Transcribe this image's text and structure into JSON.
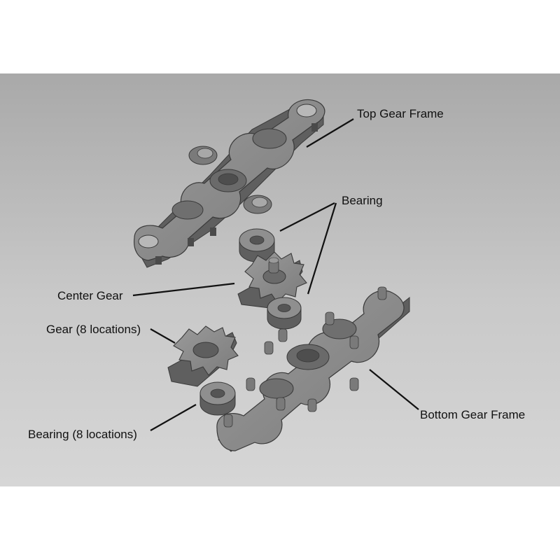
{
  "diagram": {
    "labels": {
      "top_gear_frame": "Top Gear Frame",
      "bearing": "Bearing",
      "center_gear": "Center Gear",
      "gear_8": "Gear (8 locations)",
      "bottom_gear_frame": "Bottom Gear Frame",
      "bearing_8": "Bearing (8 locations)"
    },
    "colors": {
      "page": "#ffffff",
      "panel_light": "#d2d2d2",
      "panel_dark": "#a6a6a6",
      "part_face": "#8c8c8c",
      "part_side": "#5f5f5f",
      "part_edge": "#3a3a3a",
      "leader": "#111111"
    }
  }
}
